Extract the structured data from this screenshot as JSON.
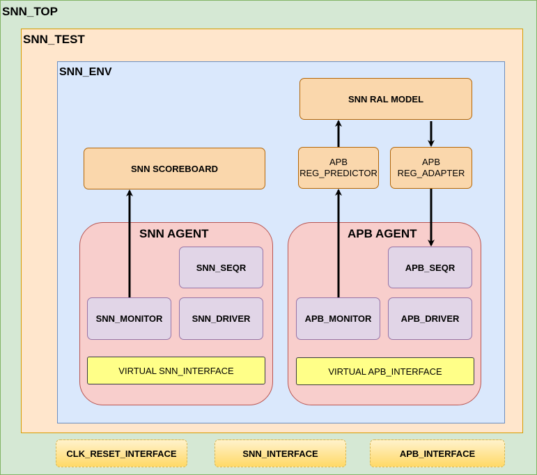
{
  "top": {
    "label": "SNN_TOP"
  },
  "test": {
    "label": "SNN_TEST"
  },
  "env": {
    "label": "SNN_ENV"
  },
  "ral_model": "SNN RAL MODEL",
  "scoreboard": "SNN SCOREBOARD",
  "reg_predictor": {
    "line1": "APB",
    "line2": "REG_PREDICTOR"
  },
  "reg_adapter": {
    "line1": "APB",
    "line2": "REG_ADAPTER"
  },
  "snn_agent": {
    "label": "SNN AGENT",
    "seqr": "SNN_SEQR",
    "monitor": "SNN_MONITOR",
    "driver": "SNN_DRIVER",
    "vif": "VIRTUAL SNN_INTERFACE"
  },
  "apb_agent": {
    "label": "APB AGENT",
    "seqr": "APB_SEQR",
    "monitor": "APB_MONITOR",
    "driver": "APB_DRIVER",
    "vif": "VIRTUAL APB_INTERFACE"
  },
  "interfaces": [
    "CLK_RESET_INTERFACE",
    "SNN_INTERFACE",
    "APB_INTERFACE"
  ],
  "colors": {
    "top_fill": "#d5e8d4",
    "test_fill": "#ffe6cc",
    "env_fill": "#dae8fc",
    "component_fill": "#fad7ac",
    "agent_fill": "#f8cecc",
    "subcomponent_fill": "#e1d5e7",
    "vif_fill": "#ffff88",
    "interface_fill": "#fff2cc"
  }
}
